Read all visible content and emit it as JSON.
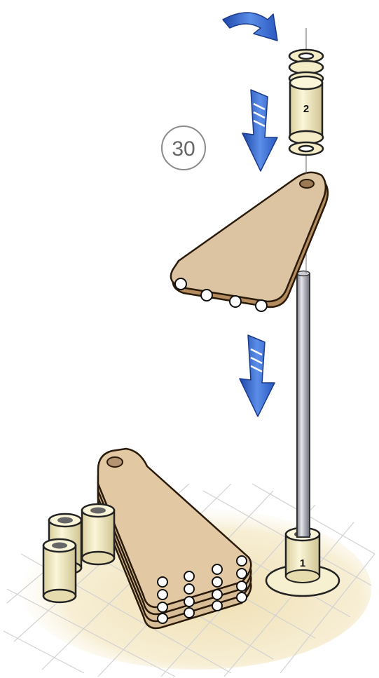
{
  "step": {
    "number": "30"
  },
  "parts": {
    "top_spacer_number": "2",
    "base_spacer_number": "1"
  },
  "colors": {
    "panel_wood": "#dcc3a1",
    "panel_edge": "#b48c5e",
    "spacer_cream": "#f6f0c8",
    "spacer_shadow": "#d8cfa0",
    "rod_steel": "#a9a9b1",
    "arrow_blue": "#3a6fd0",
    "floor_shadow": "#f3e7c5",
    "grid_line": "#d6d6d6"
  },
  "icons": [
    "rotate-arrow-icon",
    "down-arrow-icon"
  ]
}
